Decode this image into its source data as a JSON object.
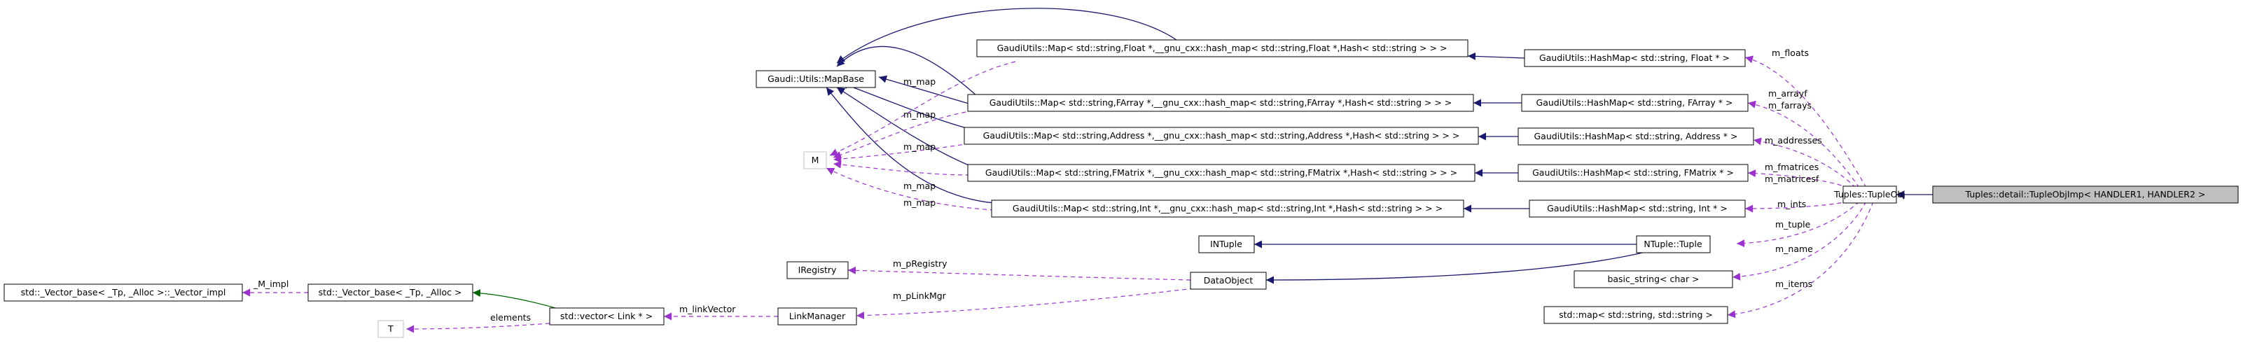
{
  "nodes": {
    "tuple_obj_imp": "Tuples::detail::TupleObjImp< HANDLER1, HANDLER2 >",
    "tuple_obj": "Tuples::TupleObj",
    "hashmap_float": "GaudiUtils::HashMap< std::string, Float * >",
    "hashmap_farray": "GaudiUtils::HashMap< std::string, FArray * >",
    "hashmap_address": "GaudiUtils::HashMap< std::string, Address * >",
    "hashmap_fmatrix": "GaudiUtils::HashMap< std::string, FMatrix * >",
    "hashmap_int": "GaudiUtils::HashMap< std::string, Int * >",
    "map_float": "GaudiUtils::Map< std::string,Float *,__gnu_cxx::hash_map< std::string,Float *,Hash< std::string > > >",
    "map_farray": "GaudiUtils::Map< std::string,FArray *,__gnu_cxx::hash_map< std::string,FArray *,Hash< std::string > > >",
    "map_address": "GaudiUtils::Map< std::string,Address *,__gnu_cxx::hash_map< std::string,Address *,Hash< std::string > > >",
    "map_fmatrix": "GaudiUtils::Map< std::string,FMatrix *,__gnu_cxx::hash_map< std::string,FMatrix *,Hash< std::string > > >",
    "map_int": "GaudiUtils::Map< std::string,Int *,__gnu_cxx::hash_map< std::string,Int *,Hash< std::string > > >",
    "map_base": "Gaudi::Utils::MapBase",
    "m_template": "M",
    "intuple": "INTuple",
    "ntuple": "NTuple::Tuple",
    "basic_string": "basic_string< char >",
    "std_map": "std::map< std::string, std::string >",
    "iregistry": "IRegistry",
    "data_object": "DataObject",
    "link_manager": "LinkManager",
    "std_vector": "std::vector< Link * >",
    "vector_base": "std::_Vector_base< _Tp, _Alloc >",
    "vector_impl": "std::_Vector_base< _Tp, _Alloc >::_Vector_impl",
    "t_template": "T"
  },
  "edge_labels": {
    "m_floats": "m_floats",
    "m_arrayf": "m_arrayf",
    "m_farrays": "m_farrays",
    "m_addresses": "m_addresses",
    "m_fmatrices": "m_fmatrices",
    "m_matricesf": "m_matricesf",
    "m_ints": "m_ints",
    "m_tuple": "m_tuple",
    "m_name": "m_name",
    "m_items": "m_items",
    "m_map_1": "m_map",
    "m_map_2": "m_map",
    "m_map_3": "m_map",
    "m_map_4": "m_map",
    "m_map_5": "m_map",
    "m_pRegistry": "m_pRegistry",
    "m_pLinkMgr": "m_pLinkMgr",
    "m_linkVector": "m_linkVector",
    "m_impl": "_M_impl",
    "elements": "elements"
  },
  "colors": {
    "inheritance": "#191970",
    "usage": "#9a32cd",
    "template": "#ffa500",
    "private_inheritance": "#006400",
    "focus_fill": "#bfbfbf"
  }
}
